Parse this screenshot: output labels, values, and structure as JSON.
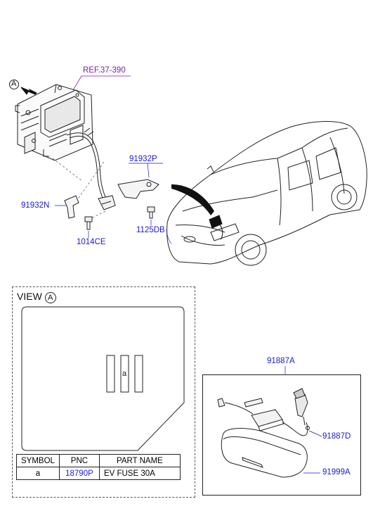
{
  "labels": {
    "ref": "REF.37-390",
    "callout_a": "A",
    "p91932P": "91932P",
    "p91932N": "91932N",
    "p1125DB": "1125DB",
    "p1014CE": "1014CE",
    "p91887A": "91887A",
    "p91887D": "91887D",
    "p91999A": "91999A"
  },
  "view": {
    "title": "VIEW",
    "marker": "A",
    "fuse_symbol": "a"
  },
  "table": {
    "headers": [
      "SYMBOL",
      "PNC",
      "PART NAME"
    ],
    "rows": [
      {
        "symbol": "a",
        "pnc": "18790P",
        "part_name": "EV FUSE 30A"
      }
    ]
  }
}
